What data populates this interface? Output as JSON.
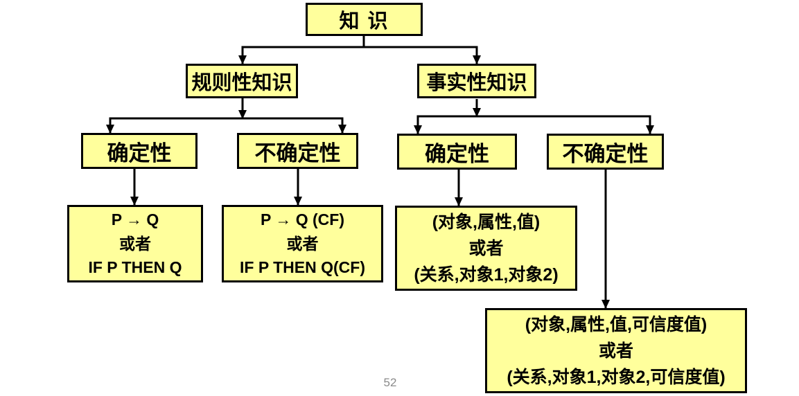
{
  "page": {
    "number": "52"
  },
  "colors": {
    "background": "#FFFFFF",
    "box_fill": "#FFFF9C",
    "box_border": "#000000",
    "connector": "#000000",
    "text": "#000000",
    "page_number": "#8A8A8A"
  },
  "diagram": {
    "type": "tree",
    "root": {
      "label": "知  识"
    },
    "level2": [
      {
        "label": "规则性知识"
      },
      {
        "label": "事实性知识"
      }
    ],
    "level3": [
      {
        "label": "确定性"
      },
      {
        "label": "不确定性"
      },
      {
        "label": "确定性"
      },
      {
        "label": "不确定性"
      }
    ],
    "leaves": [
      {
        "lines": [
          "P → Q",
          "或者",
          "IF P THEN Q"
        ]
      },
      {
        "lines": [
          "P → Q (CF)",
          "或者",
          "IF P THEN Q(CF)"
        ]
      },
      {
        "lines": [
          "(对象,属性,值)",
          "或者",
          "(关系,对象1,对象2)"
        ]
      },
      {
        "lines": [
          "(对象,属性,值,可信度值)",
          "或者",
          "(关系,对象1,对象2,可信度值)"
        ]
      }
    ]
  }
}
